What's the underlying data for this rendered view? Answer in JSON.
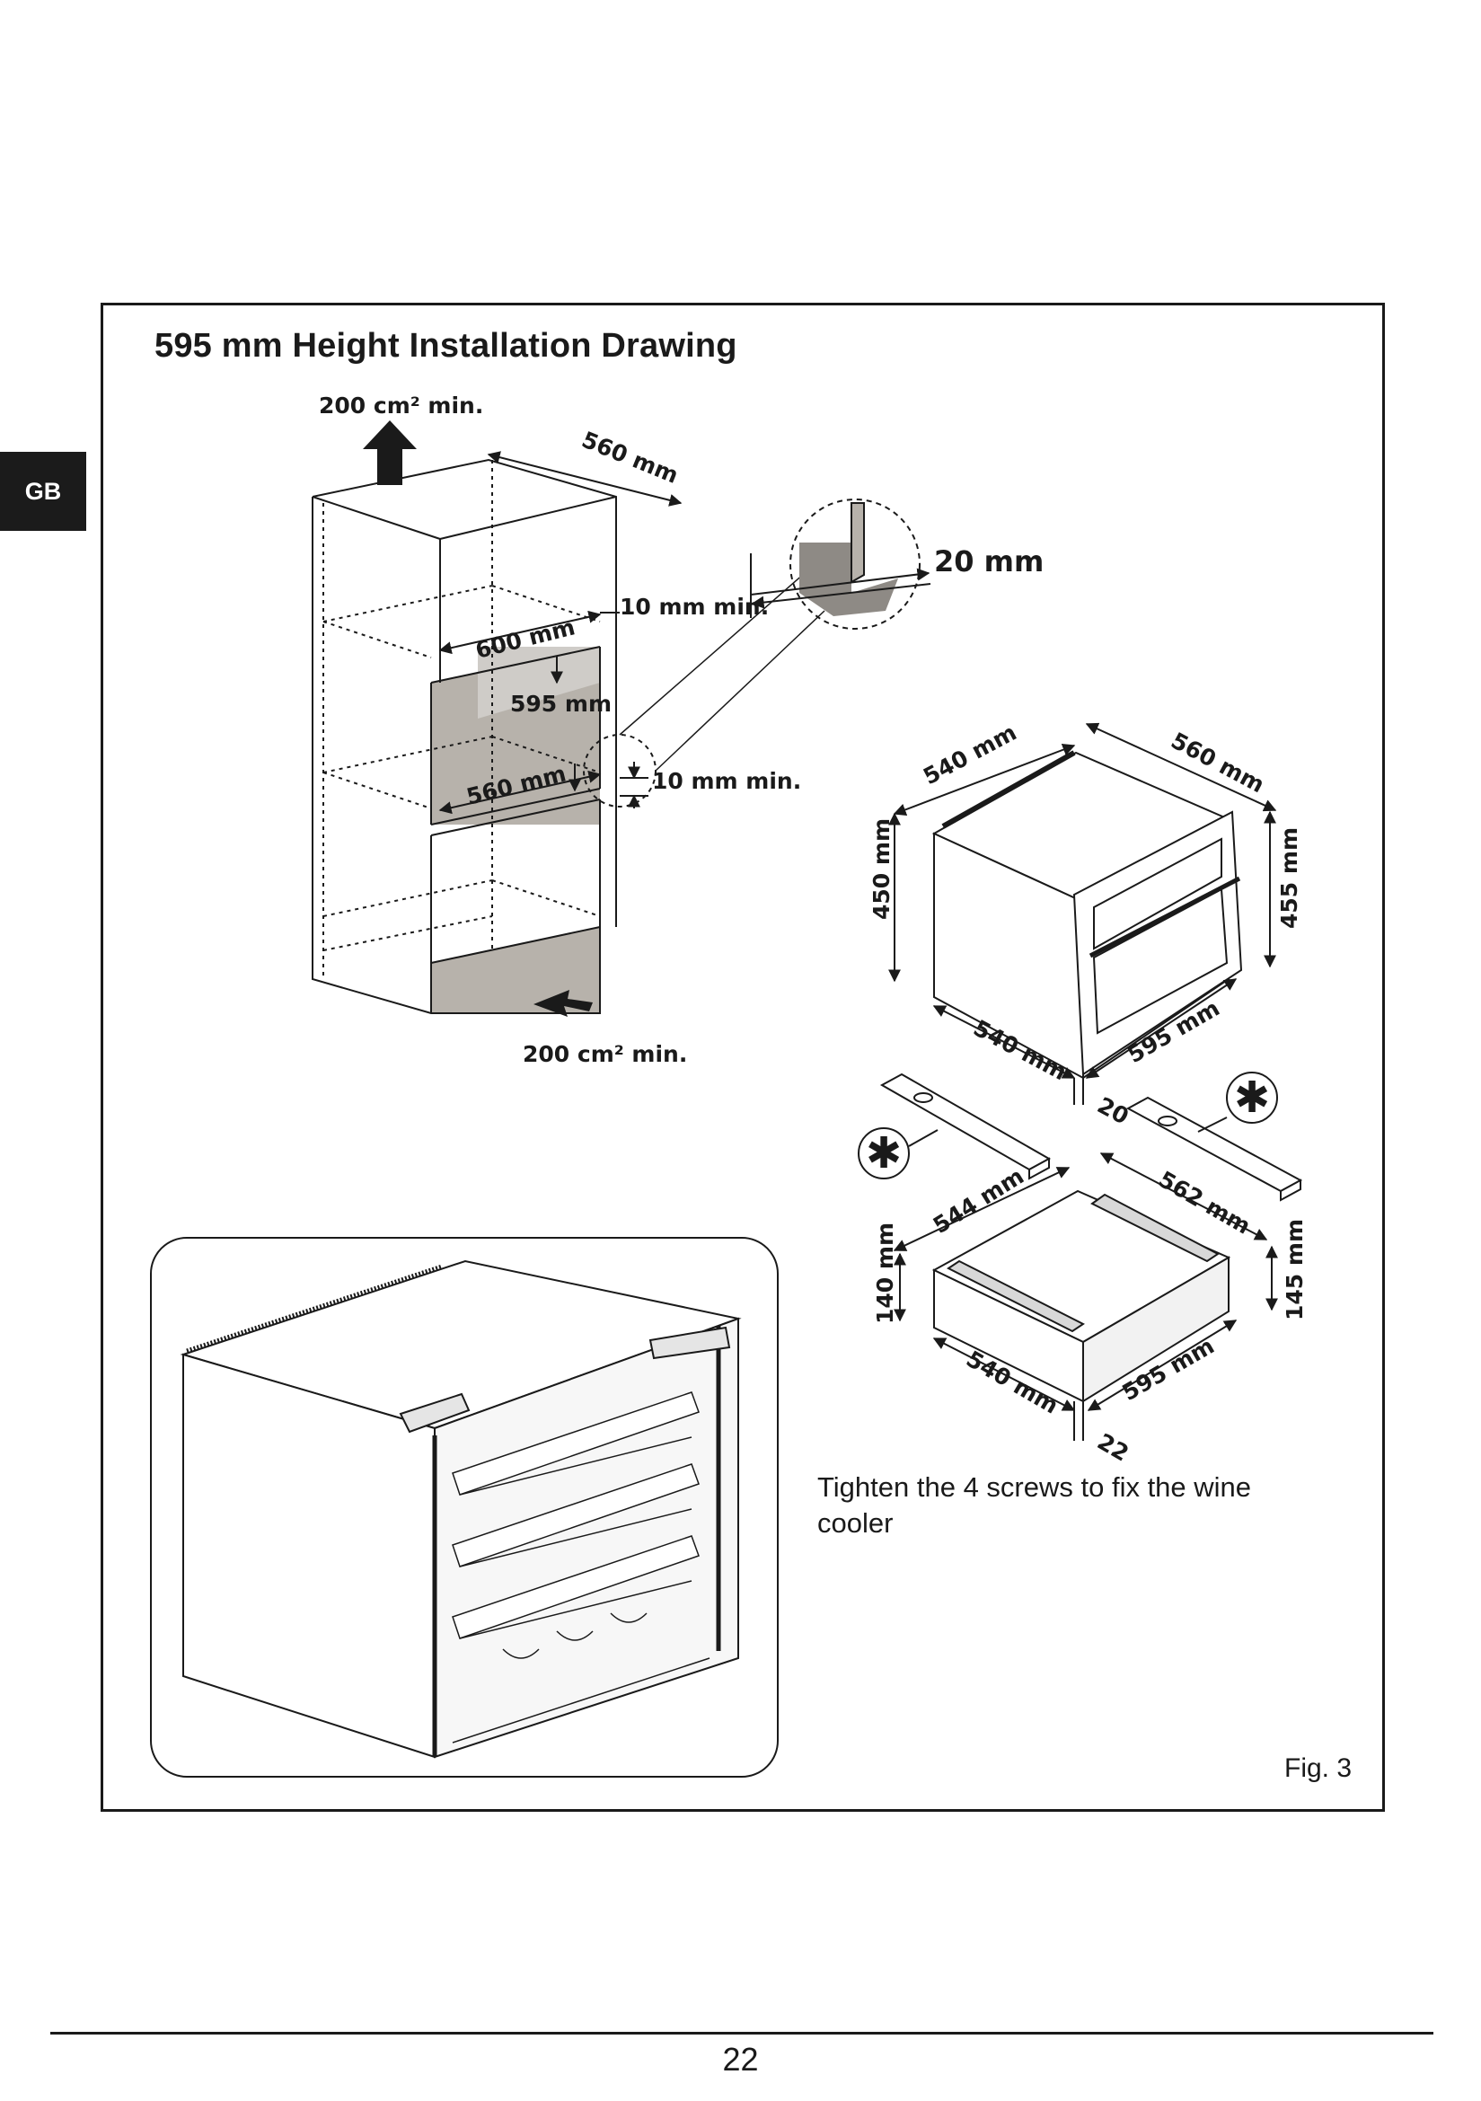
{
  "language_tab": "GB",
  "title": "595 mm Height Installation Drawing",
  "cabinet": {
    "vent_top": "200 cm² min.",
    "vent_bottom": "200 cm² min.",
    "depth": "560 mm",
    "width": "600 mm",
    "niche_height": "595 mm",
    "niche_depth": "560 mm",
    "gap_top": "10 mm min.",
    "gap_bottom": "10 mm min.",
    "detail_gap": "20 mm"
  },
  "appliance": {
    "top_depth": "540 mm",
    "top_side": "560 mm",
    "height_left": "450 mm",
    "height_right": "455 mm",
    "bottom_depth": "540 mm",
    "bottom_width": "595 mm",
    "offset": "20"
  },
  "drawer": {
    "top_depth": "544 mm",
    "top_side": "562 mm",
    "height_left": "140 mm",
    "height_right": "145 mm",
    "bottom_depth": "540 mm",
    "bottom_width": "595 mm",
    "offset": "22"
  },
  "screw_symbol": "✱",
  "caption": "Tighten the 4 screws to fix the wine cooler",
  "figure_label": "Fig. 3",
  "page_number": "22"
}
